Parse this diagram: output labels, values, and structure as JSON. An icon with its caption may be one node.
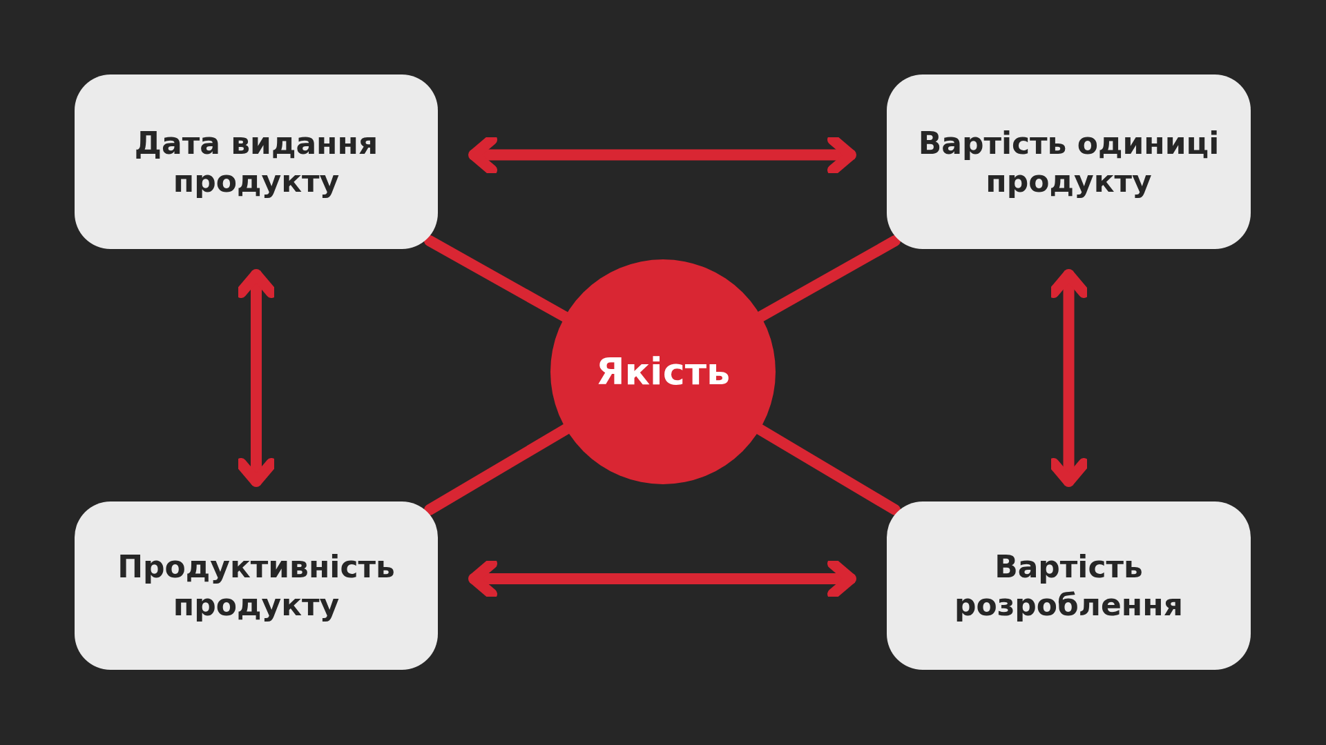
{
  "diagram": {
    "nodes": [
      {
        "text": [
          "Дата видання продукту"
        ]
      },
      {
        "text": [
          "Вартість одиниці продукту"
        ]
      },
      {
        "text": [
          "Якість"
        ]
      },
      {
        "text": [
          "Продуктивність продукту"
        ]
      },
      {
        "text": [
          "Вартість розроблення"
        ]
      }
    ],
    "edges": [
      {
        "from": 0,
        "to": 1,
        "arrow": "both"
      },
      {
        "from": 0,
        "to": 3,
        "arrow": "both"
      },
      {
        "from": 1,
        "to": 4,
        "arrow": "both"
      },
      {
        "from": 3,
        "to": 4,
        "arrow": "both"
      },
      {
        "from": 2,
        "to": 0,
        "arrow": "none"
      },
      {
        "from": 2,
        "to": 1,
        "arrow": "none"
      },
      {
        "from": 2,
        "to": 3,
        "arrow": "none"
      },
      {
        "from": 2,
        "to": 4,
        "arrow": "none"
      }
    ]
  }
}
